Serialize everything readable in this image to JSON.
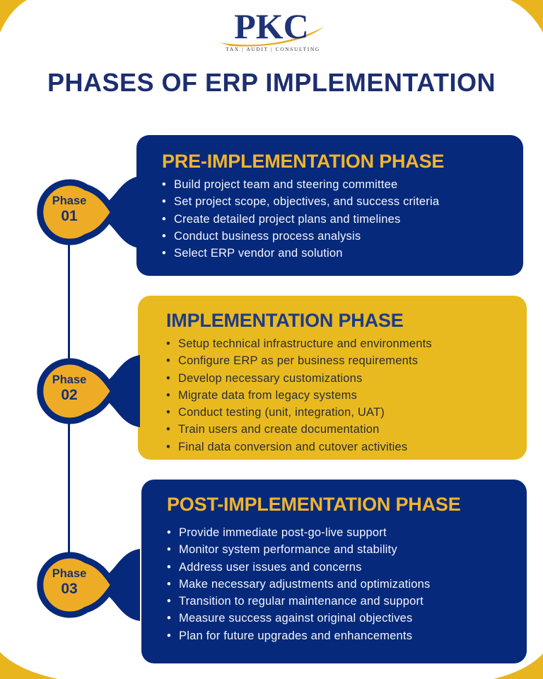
{
  "logo": {
    "name": "PKC",
    "tagline": "TAX | AUDIT | CONSULTING"
  },
  "page": {
    "title": "PHASES OF ERP IMPLEMENTATION"
  },
  "colors": {
    "navy": "#06297b",
    "title_navy": "#1d2e70",
    "card_yellow": "#e9ba20",
    "circle_yellow": "#eeac26",
    "heading_yellow": "#f1b42c",
    "heading_royal": "#1d3b8b"
  },
  "phases": [
    {
      "label": "Phase",
      "number": "01",
      "card_title": "PRE-IMPLEMENTATION PHASE",
      "items": [
        "Build project team and steering committee",
        "Set project scope, objectives, and success criteria",
        "Create detailed project plans and timelines",
        "Conduct business process analysis",
        "Select ERP vendor and solution"
      ]
    },
    {
      "label": "Phase",
      "number": "02",
      "card_title": "IMPLEMENTATION PHASE",
      "items": [
        "Setup technical infrastructure and environments",
        "Configure ERP as per business requirements",
        "Develop necessary customizations",
        "Migrate data from legacy systems",
        "Conduct testing (unit, integration, UAT)",
        "Train users and create documentation",
        "Final data conversion and cutover activities"
      ]
    },
    {
      "label": "Phase",
      "number": "03",
      "card_title": "POST-IMPLEMENTATION PHASE",
      "items": [
        "Provide immediate post-go-live support",
        "Monitor system performance and stability",
        "Address user issues and concerns",
        "Make necessary adjustments and optimizations",
        "Transition to regular maintenance and support",
        "Measure success against original objectives",
        "Plan for future upgrades and enhancements"
      ]
    }
  ],
  "bullet_char": "•"
}
